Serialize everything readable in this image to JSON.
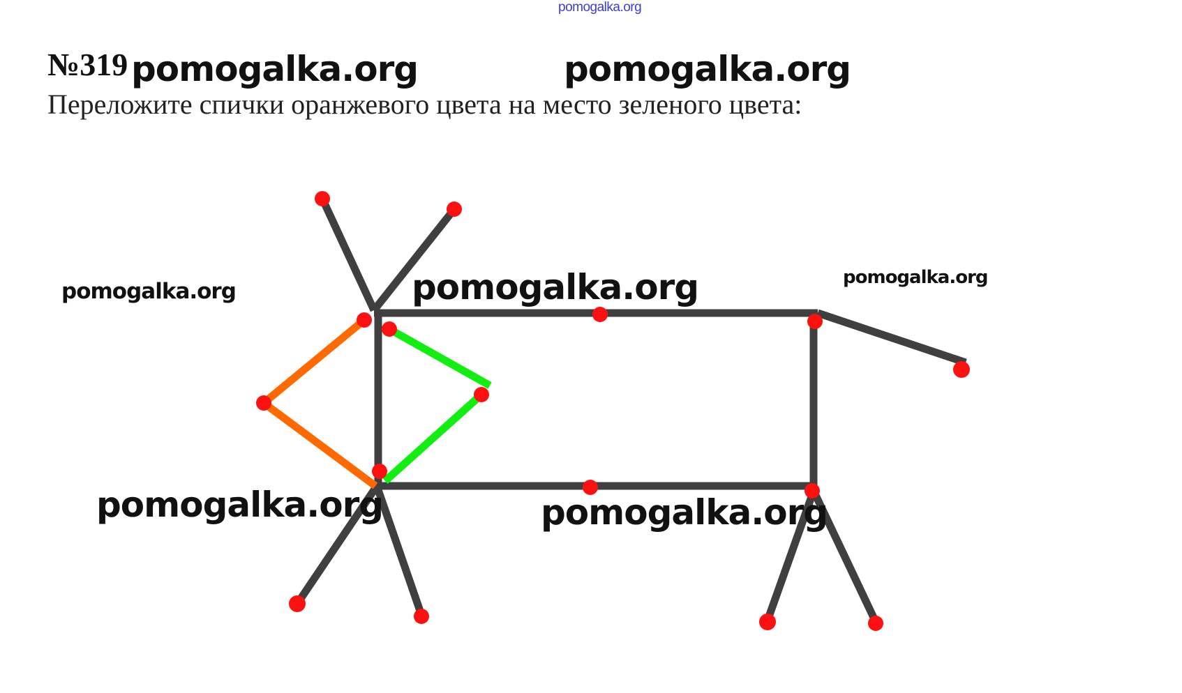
{
  "header": {
    "top_watermark": "pomogalka.org",
    "problem_number": "№319",
    "instruction": "Переложите спички оранжевого цвета на место зеленого цвета:"
  },
  "watermarks": {
    "wm1": "pomogalka.org",
    "wm2": "pomogalka.org",
    "wm3": "pomogalka.org",
    "wm4": "pomogalka.org",
    "wm5": "pomogalka.org",
    "wm6": "pomogalka.org",
    "wm7": "pomogalka.org"
  },
  "colors": {
    "match_gray": "#3f3f3f",
    "match_orange": "#ff6a00",
    "match_green": "#12ee12",
    "match_head": "#ff1010"
  },
  "figure": {
    "description_icon": "matchstick-deer-puzzle"
  }
}
